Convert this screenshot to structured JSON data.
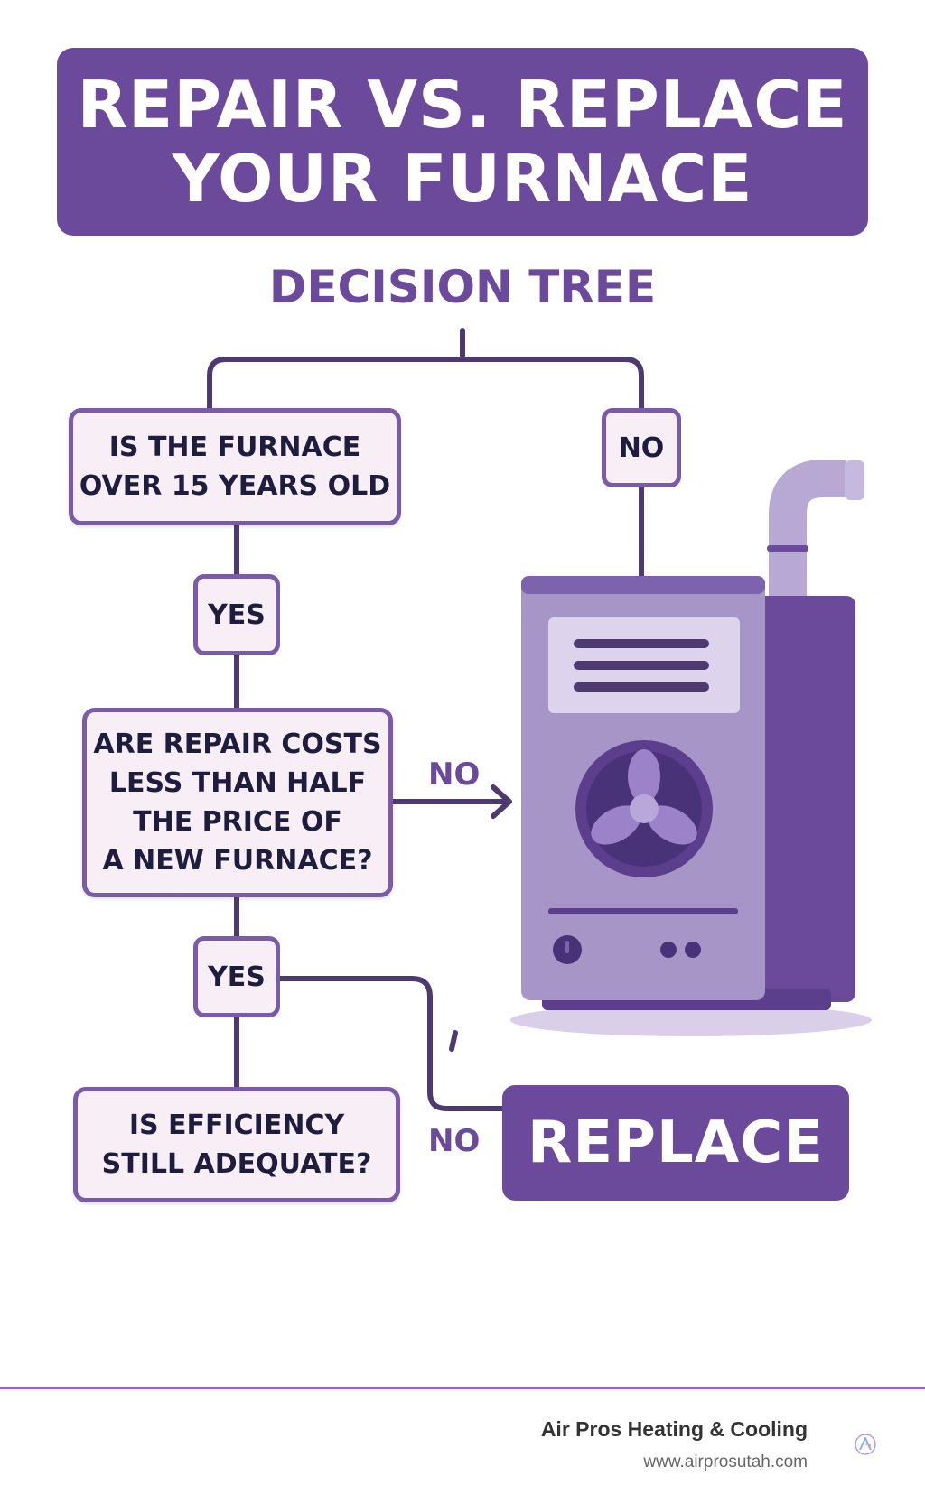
{
  "title": {
    "line1": "REPAIR VS. REPLACE",
    "line2": "YOUR FURNACE"
  },
  "subtitle": "DECISION TREE",
  "nodes": {
    "age_question": [
      "IS THE FURNACE",
      "OVER 15 YEARS OLD"
    ],
    "cost_question": [
      "ARE REPAIR COSTS",
      "LESS THAN HALF",
      "THE PRICE OF",
      "A NEW FURNACE?"
    ],
    "efficiency_question": [
      "IS EFFICIENCY",
      "STILL ADEQUATE?"
    ],
    "replace_outcome": "REPLACE"
  },
  "edges": {
    "age_no": "NO",
    "age_yes": "YES",
    "cost_no": "NO",
    "cost_yes": "YES",
    "efficiency_no": "NO"
  },
  "illustration": {
    "name": "furnace-illustration",
    "colors": {
      "body": "#a895c8",
      "side": "#6b4a9c",
      "fan": "#5b3f8c",
      "pipe": "#b7a8d4"
    }
  },
  "footer": {
    "brand": "Air Pros Heating & Cooling",
    "url": "www.airprosutah.com"
  },
  "colors": {
    "accent": "#6b4a9c",
    "box_fill": "#f7eef6",
    "box_border": "#7a5ba8",
    "text_dark": "#1f1d3d",
    "line": "#4d3a70",
    "footer_rule": "#9b5de5"
  }
}
